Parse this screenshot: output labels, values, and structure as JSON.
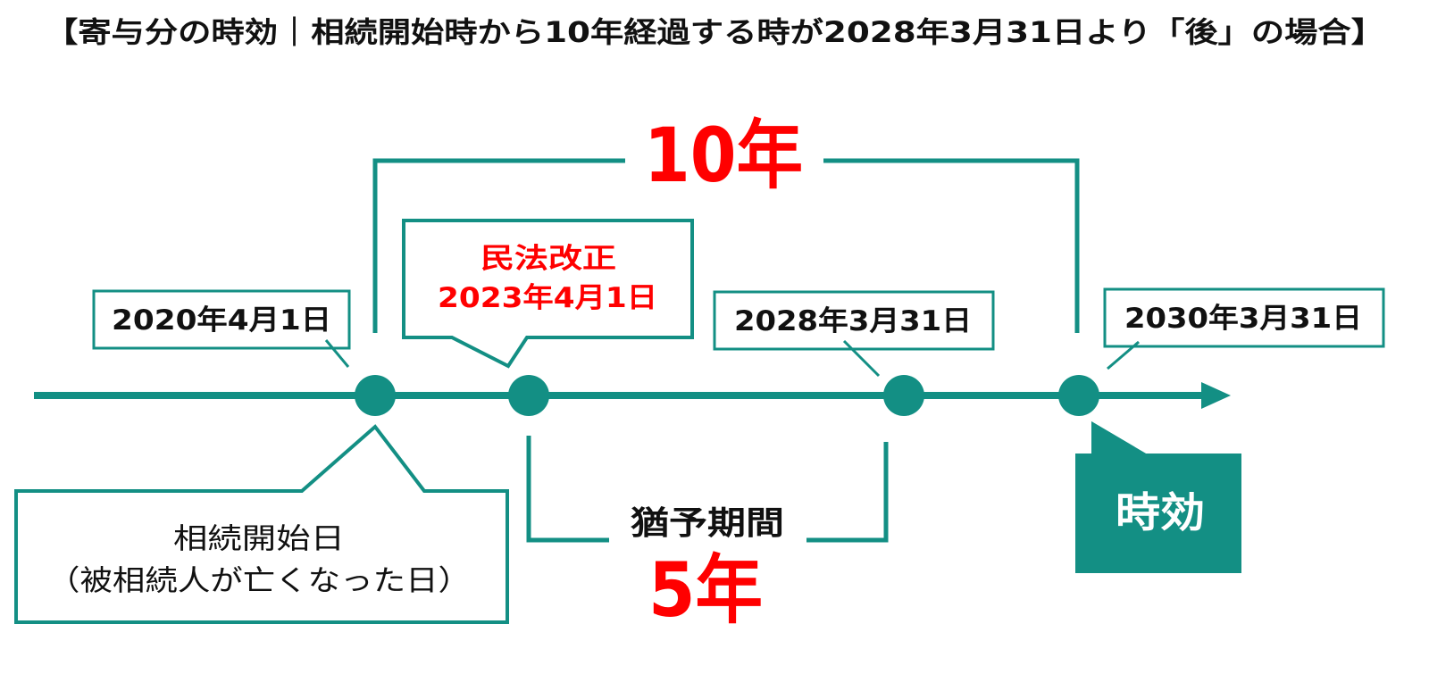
{
  "title": "【寄与分の時効｜相続開始時から10年経過する時が2028年3月31日より「後」の場合】",
  "dates": {
    "start": "2020年4月1日",
    "reform_title": "民法改正",
    "reform_date": "2023年4月1日",
    "grace_end": "2028年3月31日",
    "expiry": "2030年3月31日"
  },
  "start_callout": {
    "line1": "相続開始日",
    "line2": "（被相続人が亡くなった日）"
  },
  "ten_years": "10年",
  "grace_period": {
    "label": "猶予期間",
    "value": "5年"
  },
  "expiry_label": "時効",
  "colors": {
    "teal": "#138f84",
    "red": "#ff0000",
    "text": "#111111"
  }
}
